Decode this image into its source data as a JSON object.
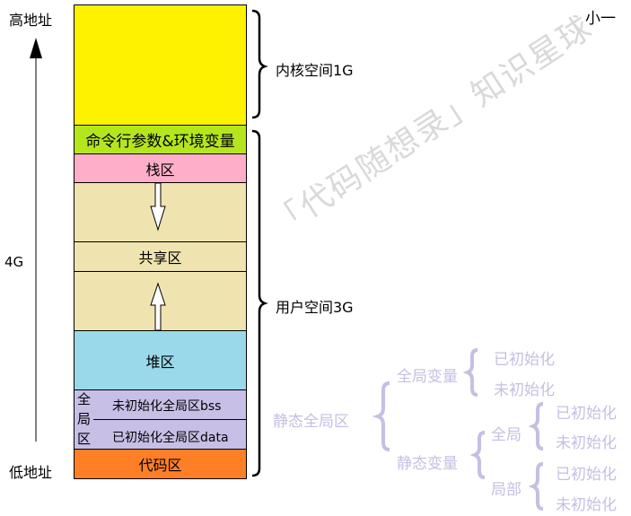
{
  "corner_label": "小一",
  "watermark": "「代码随想录」知识星球",
  "axis": {
    "high": "高地址",
    "low": "低地址",
    "size": "4G"
  },
  "segments": {
    "kernel": "",
    "args_env": "命令行参数&环境变量",
    "stack": "栈区",
    "shared": "共享区",
    "heap": "堆区",
    "global_label": "全局区",
    "bss": "未初始化全局区bss",
    "data": "已初始化全局区data",
    "code": "代码区"
  },
  "braces": {
    "kernel": "内核空间1G",
    "user": "用户空间3G"
  },
  "colors": {
    "kernel": "#fff200",
    "args_env": "#b5e61d",
    "stack": "#ffaec9",
    "free": "#efe4b0",
    "heap": "#99d9ea",
    "global": "#c8bfe7",
    "code": "#ff7f27",
    "tree": "#c6bfe3"
  },
  "tree": {
    "root": "静态全局区",
    "global_var": "全局变量",
    "static_var": "静态变量",
    "global": "全局",
    "local": "局部",
    "init": "已初始化",
    "uninit": "未初始化"
  }
}
